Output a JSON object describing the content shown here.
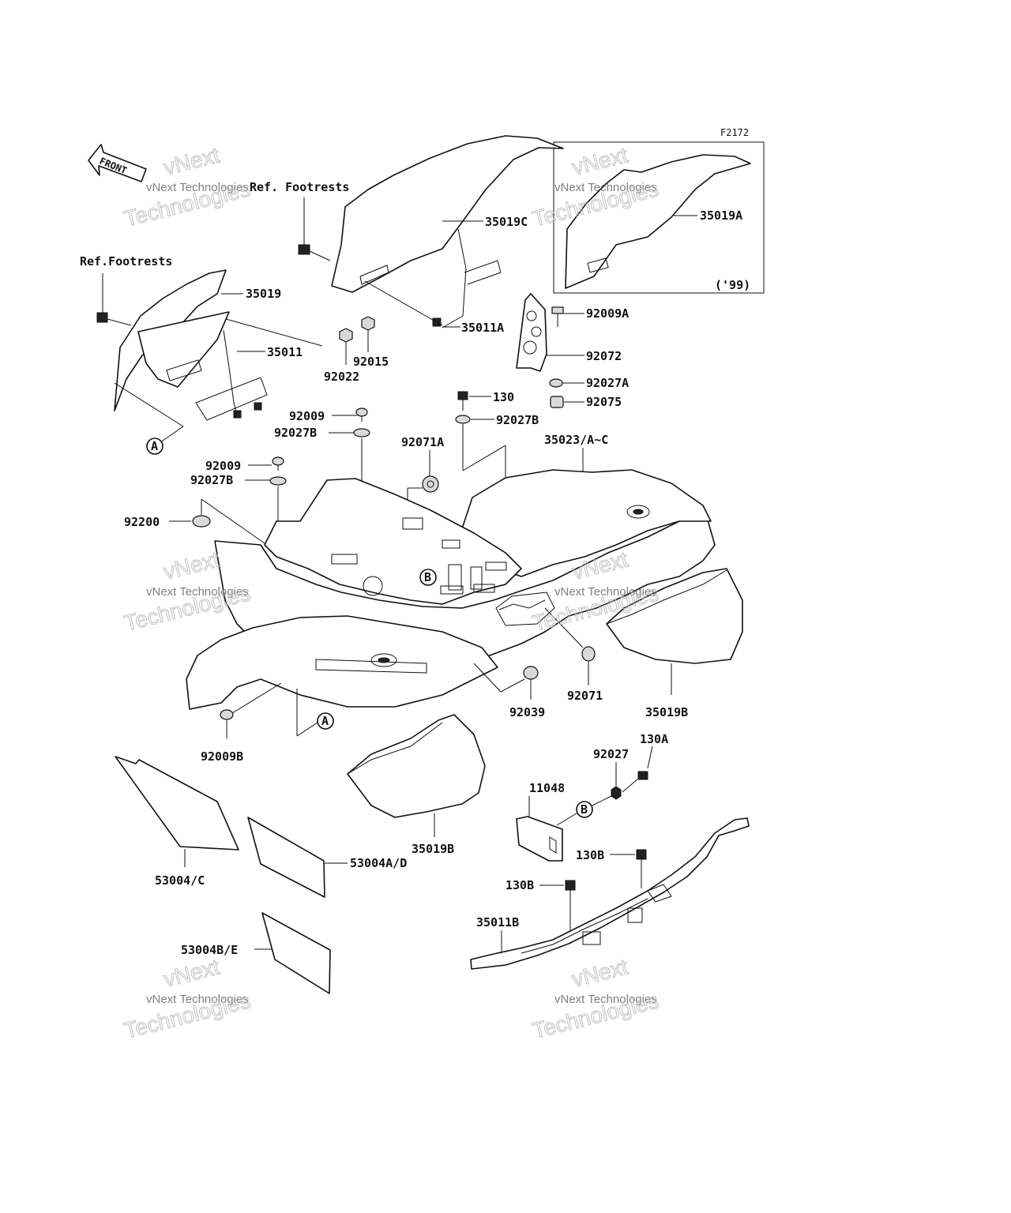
{
  "diagram": {
    "figure_code": "F2172",
    "front_arrow": "FRONT",
    "inset_note": "('99)",
    "references": {
      "footrests_top": "Ref. Footrests",
      "footrests_left": "Ref.Footrests"
    },
    "markers": {
      "a": "A",
      "b": "B"
    },
    "parts": {
      "p35019C": "35019C",
      "p35019A": "35019A",
      "p35019": "35019",
      "p35011": "35011",
      "p35011A": "35011A",
      "p92022": "92022",
      "p92015": "92015",
      "p92009A": "92009A",
      "p92072": "92072",
      "p92027A": "92027A",
      "p130": "130",
      "p92075": "92075",
      "p92009_1": "92009",
      "p92027B_1": "92027B",
      "p92027B_2": "92027B",
      "p92071A": "92071A",
      "p35023": "35023/A~C",
      "p92009_2": "92009",
      "p92027B_3": "92027B",
      "p92200": "92200",
      "p92071": "92071",
      "p92039": "92039",
      "p35019B_1": "35019B",
      "p92009B": "92009B",
      "p130A": "130A",
      "p92027": "92027",
      "p11048": "11048",
      "p35019B_2": "35019B",
      "p130B_1": "130B",
      "p130B_2": "130B",
      "p53004C": "53004/C",
      "p53004AD": "53004A/D",
      "p53004BE": "53004B/E",
      "p35011B": "35011B"
    },
    "watermark": {
      "line1": "vNext Technologies",
      "line2": "vNext",
      "line3": "Technologies"
    }
  }
}
